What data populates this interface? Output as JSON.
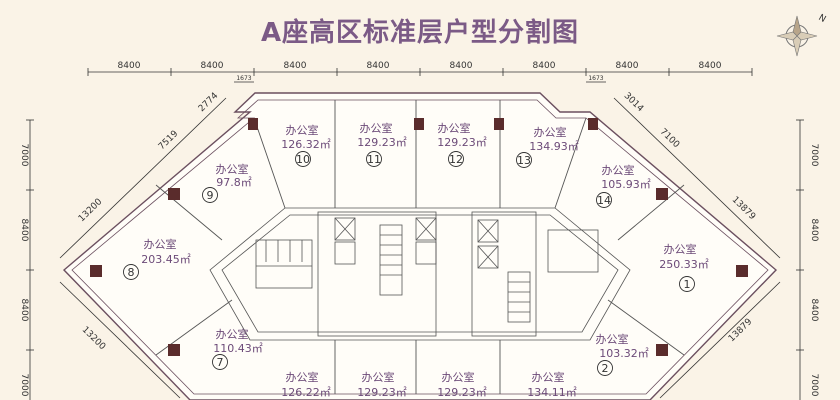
{
  "title": "A座高区标准层户型分割图",
  "compass": {
    "letter": "N",
    "icon": "compass-rose-icon"
  },
  "dimensions": {
    "top": [
      "8400",
      "8400",
      "8400",
      "8400",
      "8400",
      "8400",
      "8400",
      "8400"
    ],
    "small_top_left": "1673",
    "small_top_right": "1673",
    "left_side": [
      "7000",
      "8400",
      "8400",
      "7000"
    ],
    "right_side": [
      "7000",
      "8400",
      "8400",
      "7000"
    ],
    "diag_tl": [
      "2774",
      "7519",
      "13200"
    ],
    "diag_tr": [
      "3014",
      "7100",
      "13879"
    ],
    "diag_bl": "13200",
    "diag_br": "13879"
  },
  "rooms": [
    {
      "num": "1",
      "label": "办公室",
      "area": "250.33㎡"
    },
    {
      "num": "2",
      "label": "办公室",
      "area": "103.32㎡"
    },
    {
      "num": "7",
      "label": "办公室",
      "area": "110.43㎡"
    },
    {
      "num": "8",
      "label": "办公室",
      "area": "203.45㎡"
    },
    {
      "num": "9",
      "label": "办公室",
      "area": "97.8㎡"
    },
    {
      "num": "10",
      "label": "办公室",
      "area": "126.32㎡"
    },
    {
      "num": "11",
      "label": "办公室",
      "area": "129.23㎡"
    },
    {
      "num": "12",
      "label": "办公室",
      "area": "129.23㎡"
    },
    {
      "num": "13",
      "label": "办公室",
      "area": "134.93㎡"
    },
    {
      "num": "14",
      "label": "办公室",
      "area": "105.93㎡"
    },
    {
      "num": "",
      "label": "办公室",
      "area": "126.22㎡"
    },
    {
      "num": "",
      "label": "办公室",
      "area": "129.23㎡"
    },
    {
      "num": "",
      "label": "办公室",
      "area": "129.23㎡"
    },
    {
      "num": "",
      "label": "办公室",
      "area": "134.11㎡"
    }
  ]
}
